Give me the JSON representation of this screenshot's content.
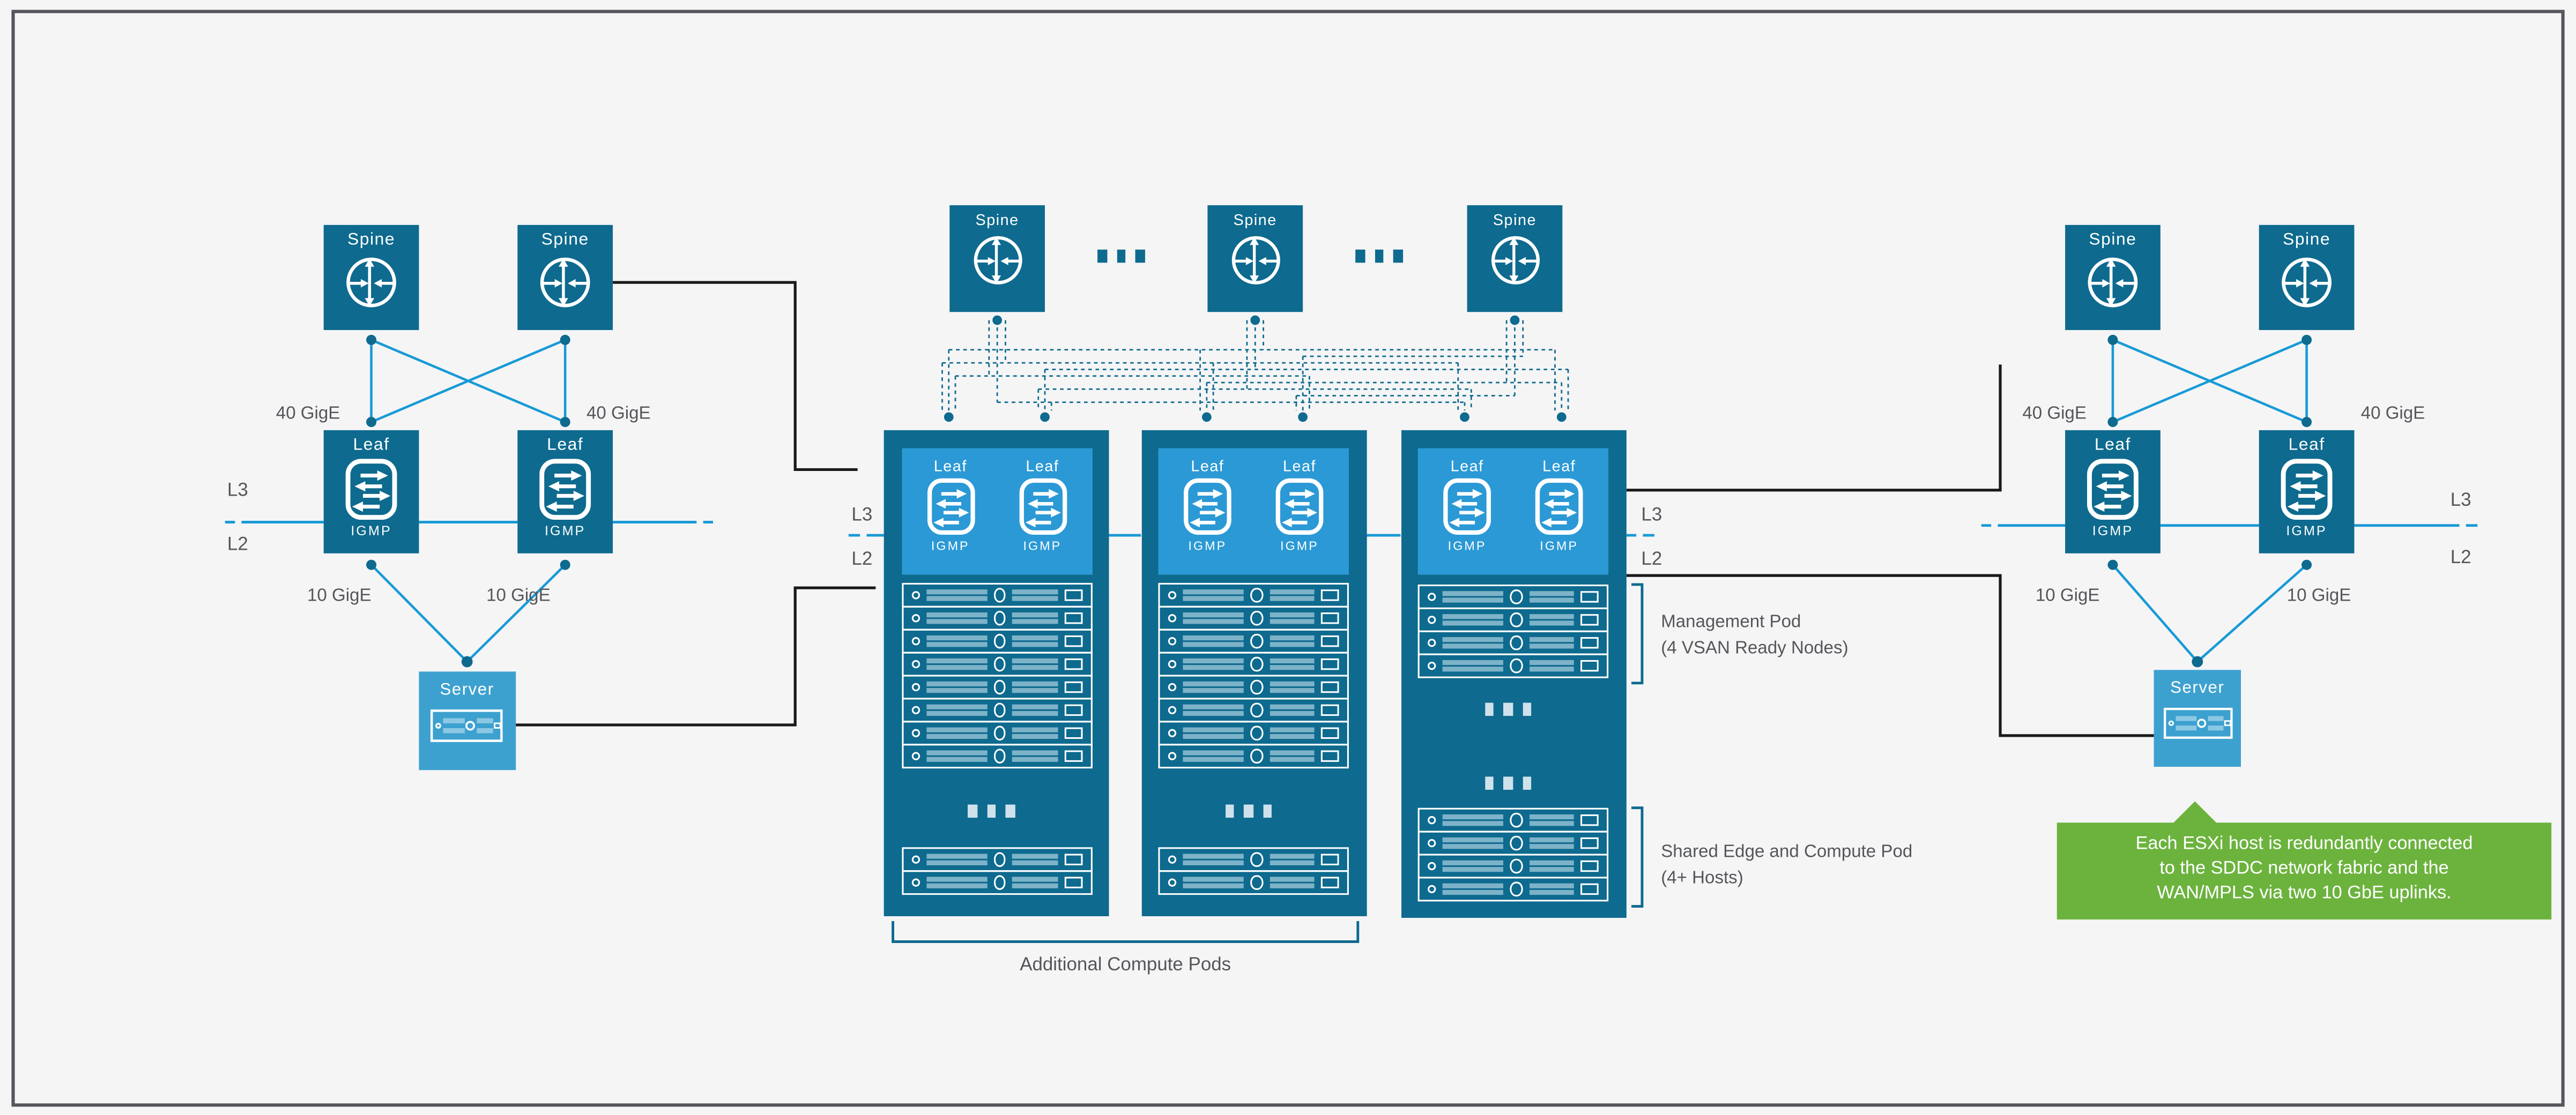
{
  "labels": {
    "spine": "Spine",
    "leaf": "Leaf",
    "igmp": "IGMP",
    "server": "Server",
    "l3": "L3",
    "l2": "L2",
    "gige40": "40 GigE",
    "gige10": "10 GigE"
  },
  "middle": {
    "spine_count": 3,
    "compute_pods": {
      "count": 2,
      "top_units": 8,
      "bottom_units": 2
    },
    "management_pod": {
      "line1": "Management Pod",
      "line2": "(4 VSAN Ready Nodes)",
      "nodes": 4
    },
    "shared_edge_pod": {
      "line1": "Shared Edge and Compute Pod",
      "line2": "(4+ Hosts)",
      "nodes": 4
    },
    "additional_compute": {
      "label": "Additional Compute Pods"
    }
  },
  "callout": {
    "text": "Each ESXi host is redundantly connected to the SDDC network fabric and the WAN/MPLS via two 10 GbE uplinks.",
    "lines": [
      "Each ESXi host is redundantly connected",
      "to the SDDC network fabric and the",
      "WAN/MPLS via two 10 GbE uplinks."
    ]
  },
  "colors": {
    "node_dark_teal": "#0e6a8e",
    "panel_blue": "#2b99d5",
    "server_blue": "#3da1cf",
    "wire_blue": "#189ad6",
    "wire_black": "#1a1a1a",
    "text_gray": "#54565a",
    "callout_green": "#6cb33e",
    "background": "#f5f5f6"
  }
}
